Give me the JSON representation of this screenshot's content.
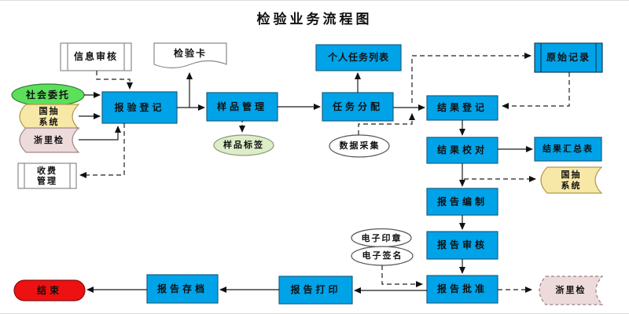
{
  "title": "检验业务流程图",
  "colors": {
    "process_fill": "#00a3e8",
    "process_stroke": "#1b5e82",
    "source_green": "#5ce05c",
    "label_green": "#dcedc8",
    "storage_yellow": "#f7e8a8",
    "storage_pink": "#eddada",
    "end_red": "#ee1111",
    "white": "#ffffff"
  },
  "nodes": {
    "info_review": {
      "label": "信息审核",
      "shape": "predefined-process"
    },
    "inspection_card": {
      "label": "检验卡",
      "shape": "document"
    },
    "personal_task_list": {
      "label": "个人任务列表",
      "shape": "process"
    },
    "original_record": {
      "label": "原始记录",
      "shape": "predefined-process"
    },
    "social_commission": {
      "label": "社会委托",
      "shape": "ellipse"
    },
    "national_sampling_system_left": {
      "label": "国抽\n系统",
      "shape": "stored-data"
    },
    "zheli_inspection_left": {
      "label": "浙里检",
      "shape": "stored-data"
    },
    "inspection_registration": {
      "label": "报验登记",
      "shape": "process"
    },
    "sample_management": {
      "label": "样品管理",
      "shape": "process"
    },
    "task_assignment": {
      "label": "任务分配",
      "shape": "process"
    },
    "result_registration": {
      "label": "结果登记",
      "shape": "process"
    },
    "sample_label": {
      "label": "样品标签",
      "shape": "ellipse"
    },
    "data_collection": {
      "label": "数据采集",
      "shape": "ellipse"
    },
    "fee_management": {
      "label": "收费\n管理",
      "shape": "predefined-process"
    },
    "result_proofreading": {
      "label": "结果校对",
      "shape": "process"
    },
    "result_summary_table": {
      "label": "结果汇总表",
      "shape": "process"
    },
    "national_sampling_system_right": {
      "label": "国抽\n系统",
      "shape": "stored-data"
    },
    "report_preparation": {
      "label": "报告编制",
      "shape": "process"
    },
    "report_review": {
      "label": "报告审核",
      "shape": "process"
    },
    "electronic_seal": {
      "label": "电子印章",
      "shape": "ellipse"
    },
    "electronic_signature": {
      "label": "电子签名",
      "shape": "ellipse"
    },
    "report_approval": {
      "label": "报告批准",
      "shape": "process"
    },
    "zheli_inspection_right": {
      "label": "浙里检",
      "shape": "stored-data"
    },
    "report_printing": {
      "label": "报告打印",
      "shape": "process"
    },
    "report_archiving": {
      "label": "报告存档",
      "shape": "process"
    },
    "end": {
      "label": "结束",
      "shape": "terminator"
    }
  }
}
